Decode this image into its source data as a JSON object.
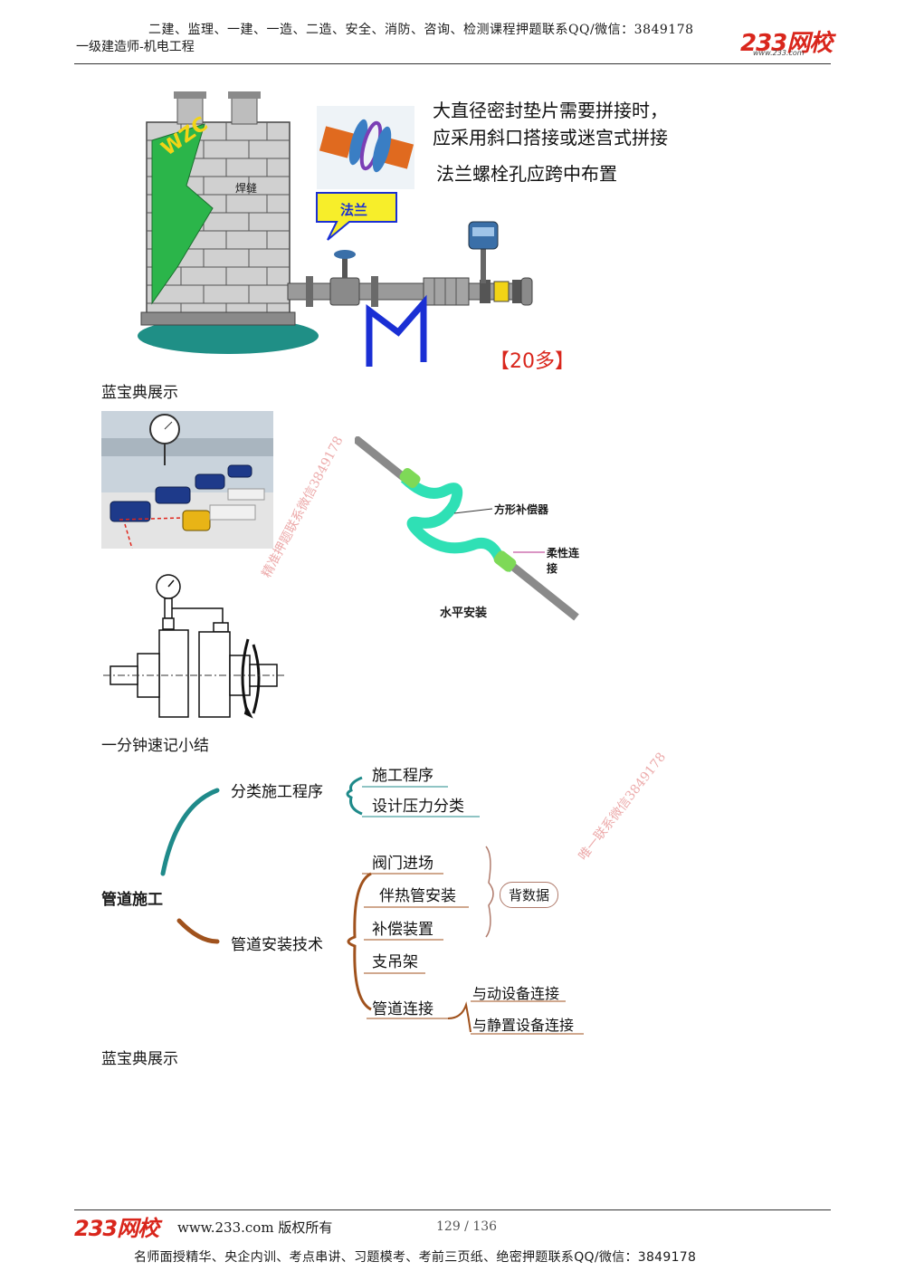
{
  "header": {
    "ad_text": "二建、监理、一建、一造、二造、安全、消防、咨询、检测课程押题联系QQ/微信：3849178",
    "subtitle": "一级建造师-机电工程",
    "logo_text": "233网校",
    "logo_url": "www.233.com"
  },
  "figure1": {
    "note_line1": "大直径密封垫片需要拼接时，",
    "note_line2": "应采用斜口搭接或迷宫式拼接",
    "note_line3": "法兰螺栓孔应跨中布置",
    "flange_callout": "法兰",
    "tank_text": "WZC",
    "weld_label": "焊缝",
    "count_badge": "【20多】"
  },
  "section_labels": {
    "showcase_1": "蓝宝典展示",
    "summary": "一分钟速记小结",
    "showcase_2": "蓝宝典展示"
  },
  "figure2": {
    "label_square_comp": "方形补偿器",
    "label_flexible": "柔性连接",
    "label_horizontal": "水平安装"
  },
  "watermarks": {
    "wm1": "精准押题联系微信3849178",
    "wm2": "唯一联系微信3849178"
  },
  "mindmap": {
    "root": "管道施工",
    "branch1": {
      "label": "分类施工程序",
      "children": [
        "施工程序",
        "设计压力分类"
      ]
    },
    "branch2": {
      "label": "管道安装技术",
      "children": [
        "阀门进场",
        "伴热管安装",
        "补偿装置",
        "支吊架",
        "管道连接"
      ],
      "tag": "背数据",
      "connection_children": [
        "与动设备连接",
        "与静置设备连接"
      ]
    },
    "colors": {
      "branch1": "#1f8a8a",
      "branch2": "#a0521d"
    }
  },
  "footer": {
    "logo_text": "233网校",
    "copyright": "www.233.com 版权所有",
    "page": "129 / 136",
    "ad_text": "名师面授精华、央企内训、考点串讲、习题模考、考前三页纸、绝密押题联系QQ/微信：3849178"
  }
}
